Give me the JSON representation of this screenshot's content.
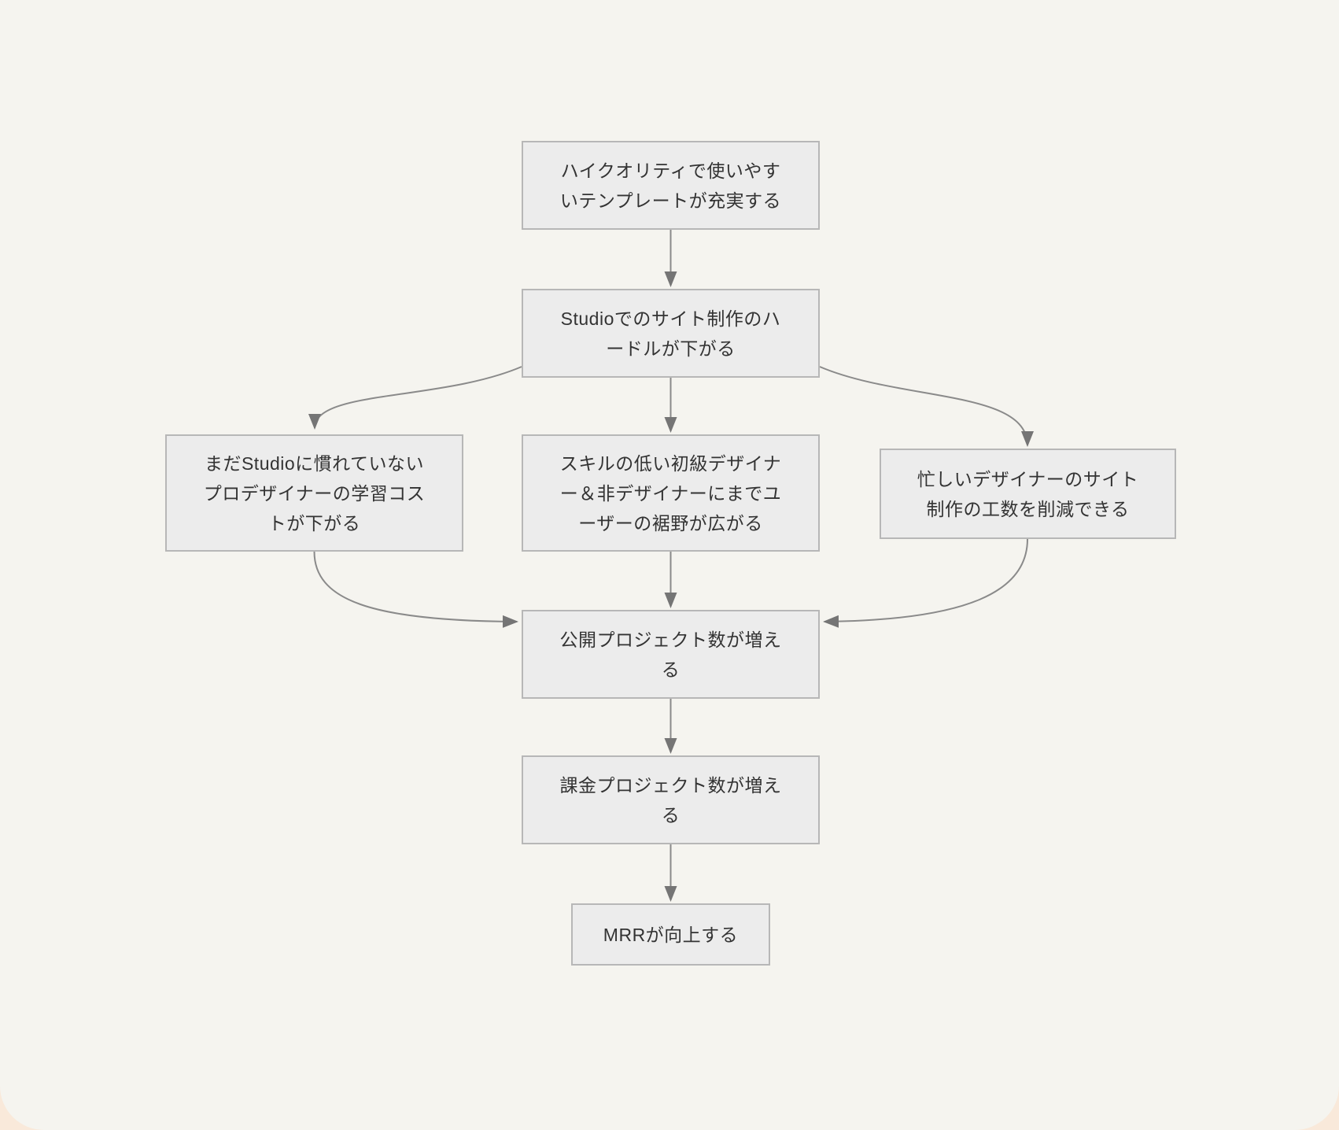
{
  "flowchart": {
    "nodes": [
      {
        "id": "templates",
        "label": "ハイクオリティで使いやす\nいテンプレートが充実する"
      },
      {
        "id": "hurdle",
        "label": "Studioでのサイト制作のハ\nードルが下がる"
      },
      {
        "id": "learning-cost",
        "label": "まだStudioに慣れていない\nプロデザイナーの学習コス\nトが下がる"
      },
      {
        "id": "user-base",
        "label": "スキルの低い初級デザイナ\nー＆非デザイナーにまでユ\nーザーの裾野が広がる"
      },
      {
        "id": "workload",
        "label": "忙しいデザイナーのサイト\n制作の工数を削減できる"
      },
      {
        "id": "published",
        "label": "公開プロジェクト数が増え\nる"
      },
      {
        "id": "paid",
        "label": "課金プロジェクト数が増え\nる"
      },
      {
        "id": "mrr",
        "label": "MRRが向上する"
      }
    ],
    "edges": [
      {
        "from": "templates",
        "to": "hurdle"
      },
      {
        "from": "hurdle",
        "to": "learning-cost"
      },
      {
        "from": "hurdle",
        "to": "user-base"
      },
      {
        "from": "hurdle",
        "to": "workload"
      },
      {
        "from": "learning-cost",
        "to": "published"
      },
      {
        "from": "user-base",
        "to": "published"
      },
      {
        "from": "workload",
        "to": "published"
      },
      {
        "from": "published",
        "to": "paid"
      },
      {
        "from": "paid",
        "to": "mrr"
      }
    ],
    "colors": {
      "canvas_bg": "#f5f4ef",
      "outer_bg": "#f9e9da",
      "node_fill": "#ececec",
      "node_border": "#b7b7b7",
      "edge_line": "#8a8a8a",
      "arrowhead": "#757575",
      "text": "#333333"
    }
  }
}
